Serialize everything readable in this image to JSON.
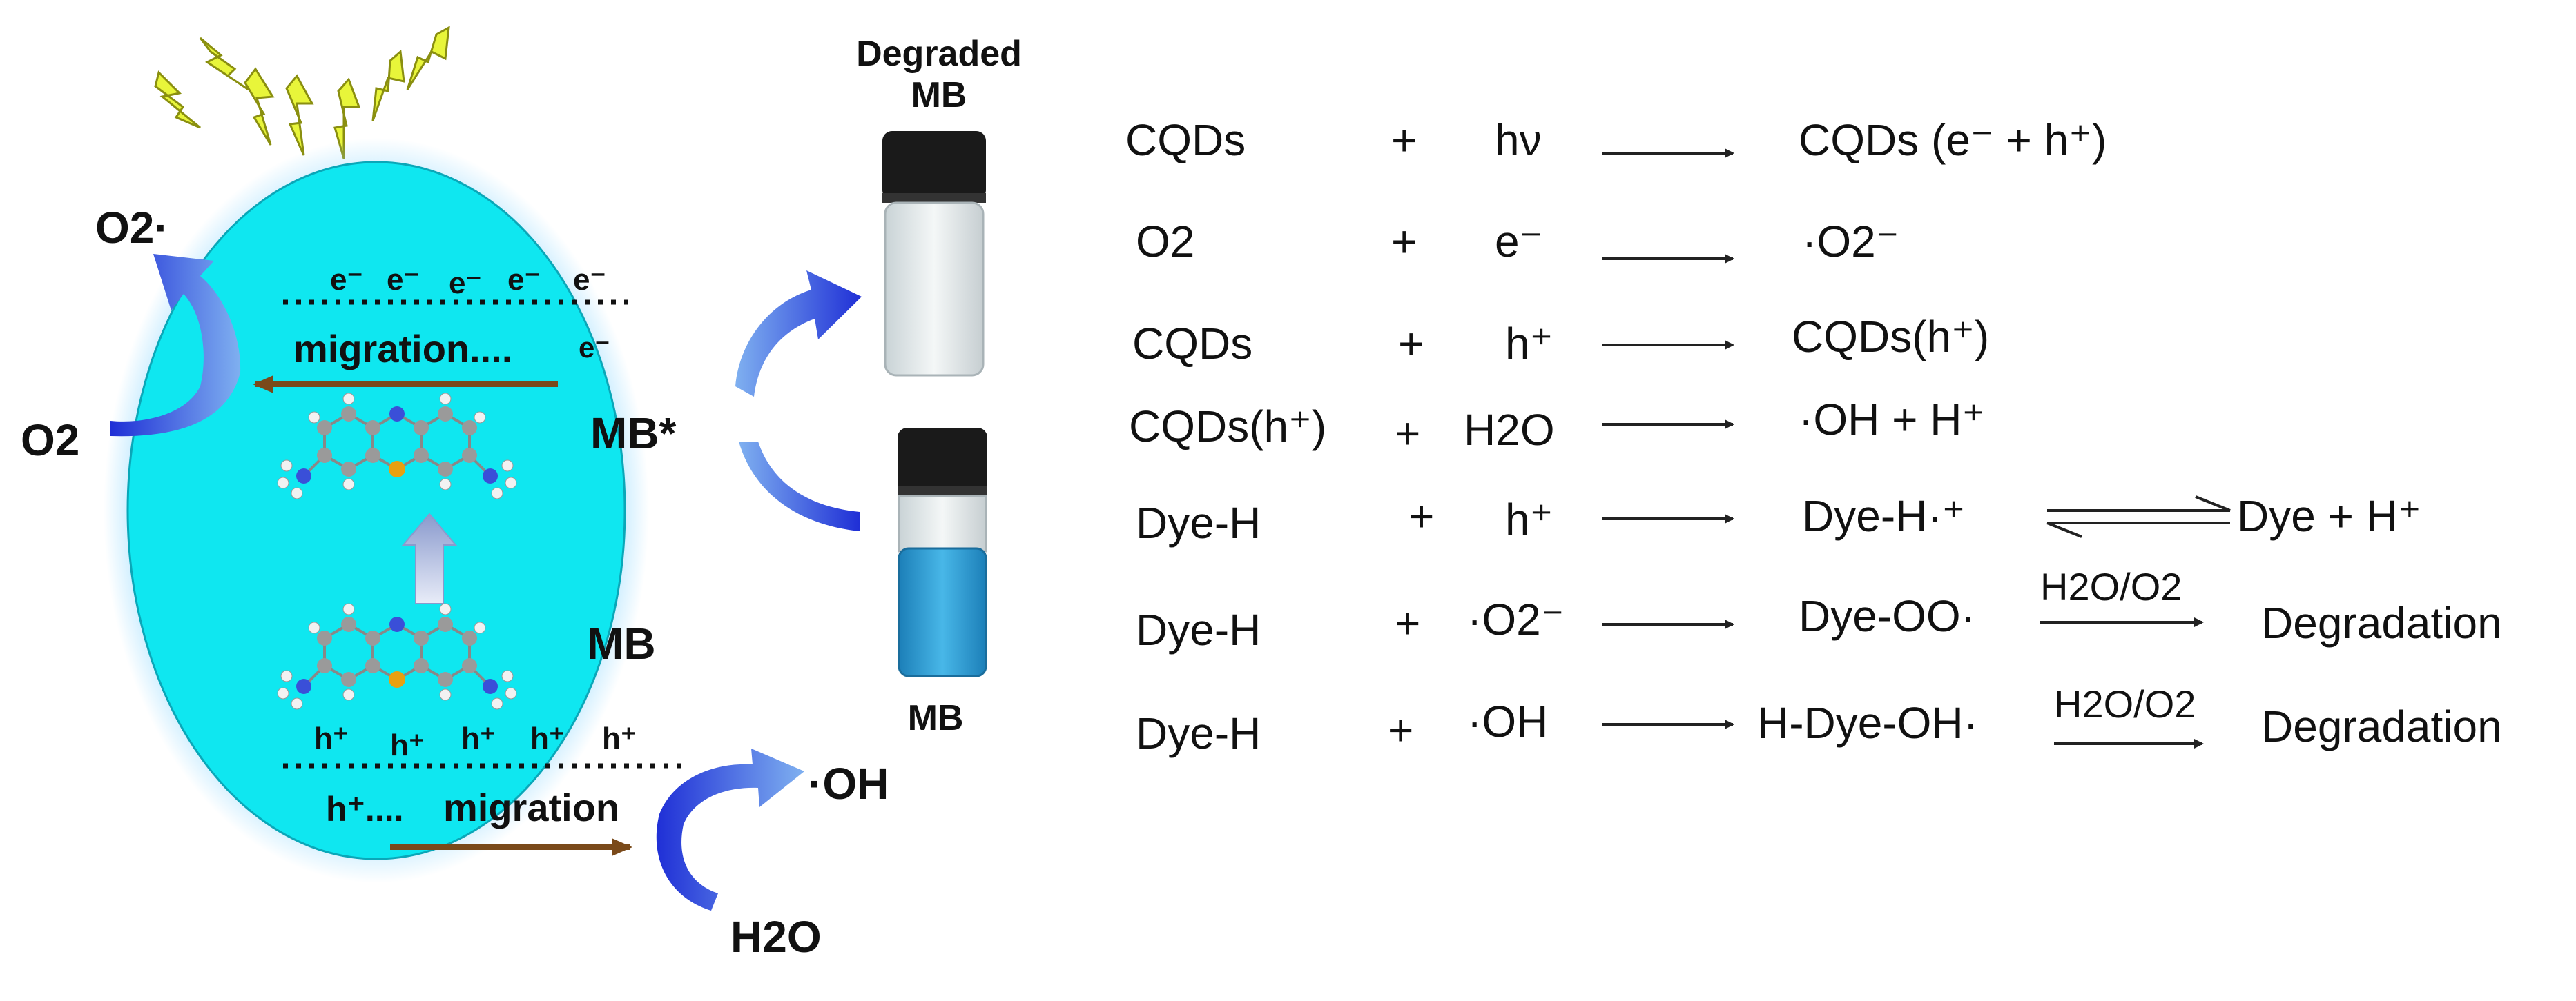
{
  "left": {
    "o2_radical": "O2·",
    "o2": "O2",
    "oh_radical": "·OH",
    "h2o": "H2O",
    "electrons": [
      "e⁻",
      "e⁻",
      "e⁻",
      "e⁻",
      "e⁻"
    ],
    "electron_migration_text": "migration....",
    "electron_migration_e": "e⁻",
    "holes": [
      "h⁺",
      "h⁺",
      "h⁺",
      "h⁺",
      "h⁺"
    ],
    "hole_migration_h": "h⁺....",
    "hole_migration_text": "migration",
    "mb_excited": "MB*",
    "mb": "MB",
    "vial_top_label_1": "Degraded",
    "vial_top_label_2": "MB",
    "vial_bottom_label": "MB"
  },
  "reactions": [
    {
      "r1": "CQDs",
      "plus1": "+",
      "r2": "hν",
      "p1": "CQDs (e⁻ + h⁺)"
    },
    {
      "r1": "O2",
      "plus1": "+",
      "r2": "e⁻",
      "p1": "·O2⁻"
    },
    {
      "r1": "CQDs",
      "plus1": "+",
      "r2": "h⁺",
      "p1": "CQDs(h⁺)"
    },
    {
      "r1": "CQDs(h⁺)",
      "plus1": "+",
      "r2": "H2O",
      "p1": "·OH + H⁺"
    },
    {
      "r1": "Dye-H",
      "plus1": "+",
      "r2": "h⁺",
      "p1": "Dye-H·⁺",
      "p2": "Dye + H⁺"
    },
    {
      "r1": "Dye-H",
      "plus1": "+",
      "r2": "·O2⁻",
      "p1": "Dye-OO·",
      "cond": "H2O/O2",
      "p2": "Degradation"
    },
    {
      "r1": "Dye-H",
      "plus1": "+",
      "r2": "·OH",
      "p1": "H-Dye-OH·",
      "cond": "H2O/O2",
      "p2": "Degradation"
    }
  ],
  "colors": {
    "ellipse_fill": "#0FE7F0",
    "glow": "#8FD8FF",
    "arrow_blue": "#1F2FD6",
    "migration_arrow": "#7A4A1A",
    "bolt_fill": "#E8F53A",
    "vial_blue": "#2A9ED8"
  }
}
